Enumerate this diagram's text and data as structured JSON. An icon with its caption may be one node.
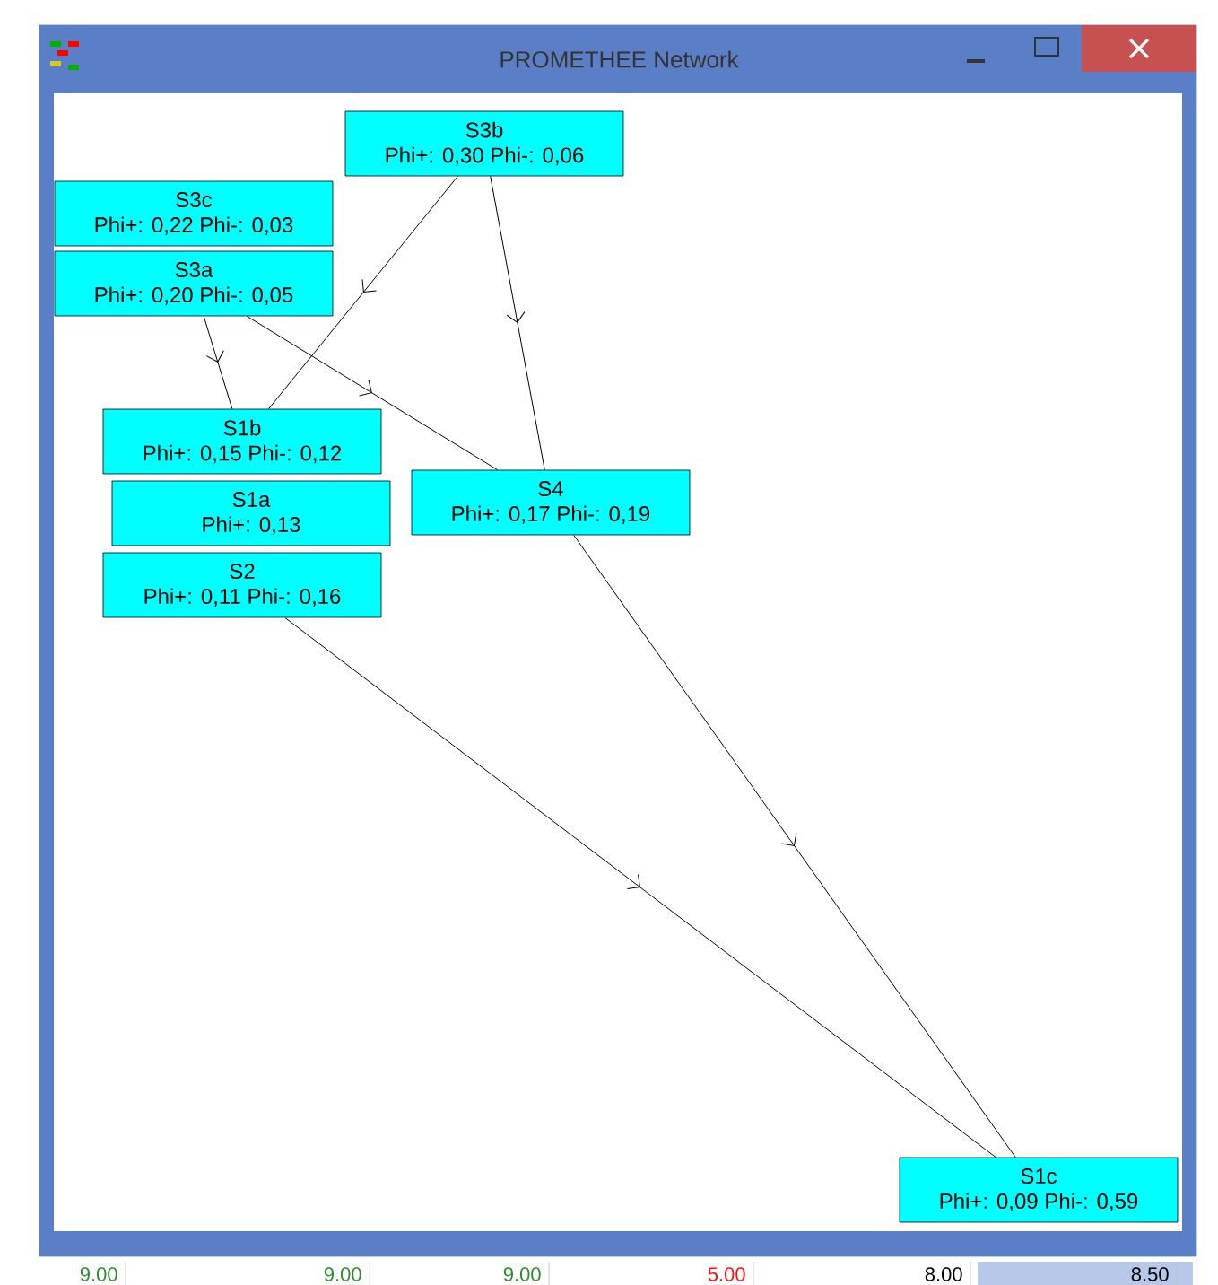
{
  "diagram": {
    "title": "PROMETHEE Network",
    "nodes": [
      {
        "text": [
          "S3b",
          "Phi+: 0,30 Phi-: 0,06"
        ]
      },
      {
        "text": [
          "S3c",
          "Phi+: 0,22 Phi-: 0,03"
        ]
      },
      {
        "text": [
          "S3a",
          "Phi+: 0,20 Phi-: 0,05"
        ]
      },
      {
        "text": [
          "S1b",
          "Phi+: 0,15 Phi-: 0,12"
        ]
      },
      {
        "text": [
          "S1a",
          "Phi+: 0,13"
        ]
      },
      {
        "text": [
          "S4",
          "Phi+: 0,17 Phi-: 0,19"
        ]
      },
      {
        "text": [
          "S2",
          "Phi+: 0,11 Phi-: 0,16"
        ]
      },
      {
        "text": [
          "S1c",
          "Phi+: 0,09 Phi-: 0,59"
        ]
      }
    ],
    "edges": [
      {
        "from": 0,
        "to": 3,
        "arrow": "to"
      },
      {
        "from": 0,
        "to": 5,
        "arrow": "to"
      },
      {
        "from": 2,
        "to": 3,
        "arrow": "to"
      },
      {
        "from": 2,
        "to": 5,
        "arrow": "to"
      },
      {
        "from": 5,
        "to": 7,
        "arrow": "to"
      },
      {
        "from": 6,
        "to": 7,
        "arrow": "to"
      }
    ],
    "labels": [
      "9.00",
      "9.00",
      "9.00",
      "5.00",
      "8.00",
      "8.50"
    ]
  }
}
